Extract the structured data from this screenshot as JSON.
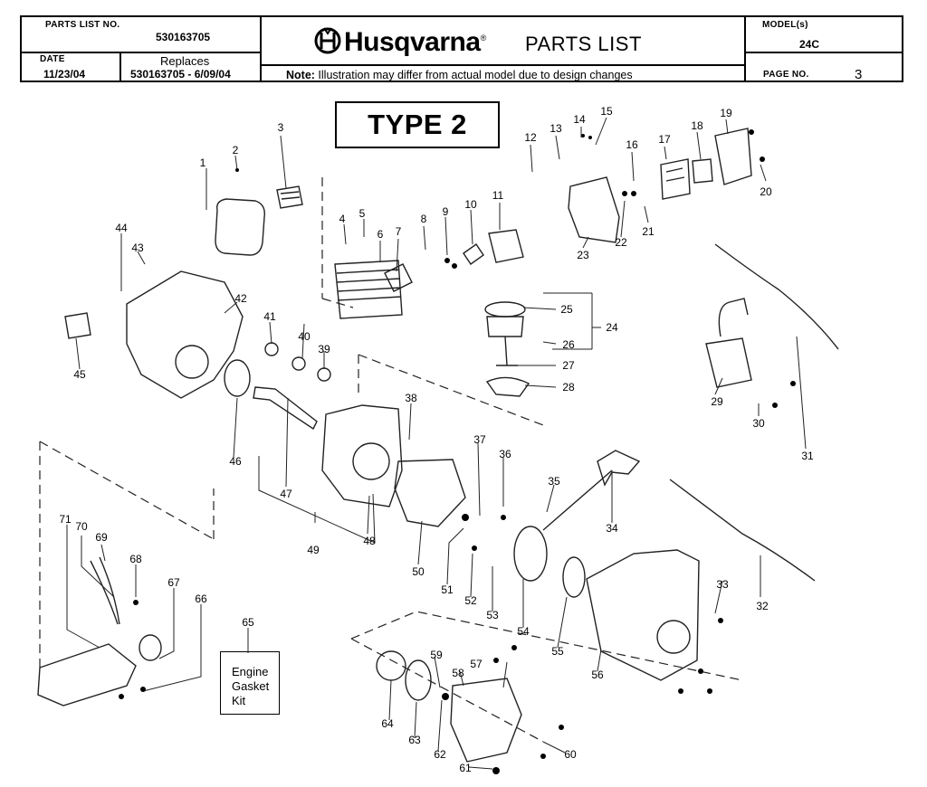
{
  "header": {
    "parts_list_no_label": "PARTS LIST NO.",
    "parts_list_no": "530163705",
    "date_label": "DATE",
    "date": "11/23/04",
    "replaces_label": "Replaces",
    "replaces": "530163705 - 6/09/04",
    "brand": "Husqvarna",
    "brand_mark": "®",
    "title": "PARTS LIST",
    "note_label": "Note:",
    "note_text": " Illustration may differ from actual model due to design changes",
    "model_label": "MODEL(s)",
    "model": "24C",
    "page_label": "PAGE  NO.",
    "page_no": "3"
  },
  "type_label": "TYPE 2",
  "kit_box": [
    "Engine",
    "Gasket",
    "Kit"
  ],
  "callouts": [
    "1",
    "2",
    "3",
    "4",
    "5",
    "6",
    "7",
    "8",
    "9",
    "10",
    "11",
    "12",
    "13",
    "14",
    "15",
    "16",
    "17",
    "18",
    "19",
    "20",
    "21",
    "22",
    "23",
    "24",
    "25",
    "26",
    "27",
    "28",
    "29",
    "30",
    "31",
    "32",
    "33",
    "34",
    "35",
    "36",
    "37",
    "38",
    "39",
    "40",
    "41",
    "42",
    "43",
    "44",
    "45",
    "46",
    "47",
    "48",
    "49",
    "50",
    "51",
    "52",
    "53",
    "54",
    "55",
    "56",
    "57",
    "58",
    "59",
    "60",
    "61",
    "62",
    "63",
    "64",
    "65",
    "66",
    "67",
    "68",
    "69",
    "70",
    "71"
  ],
  "colors": {
    "ink": "#000000",
    "paper": "#ffffff",
    "part_line": "#222222"
  }
}
